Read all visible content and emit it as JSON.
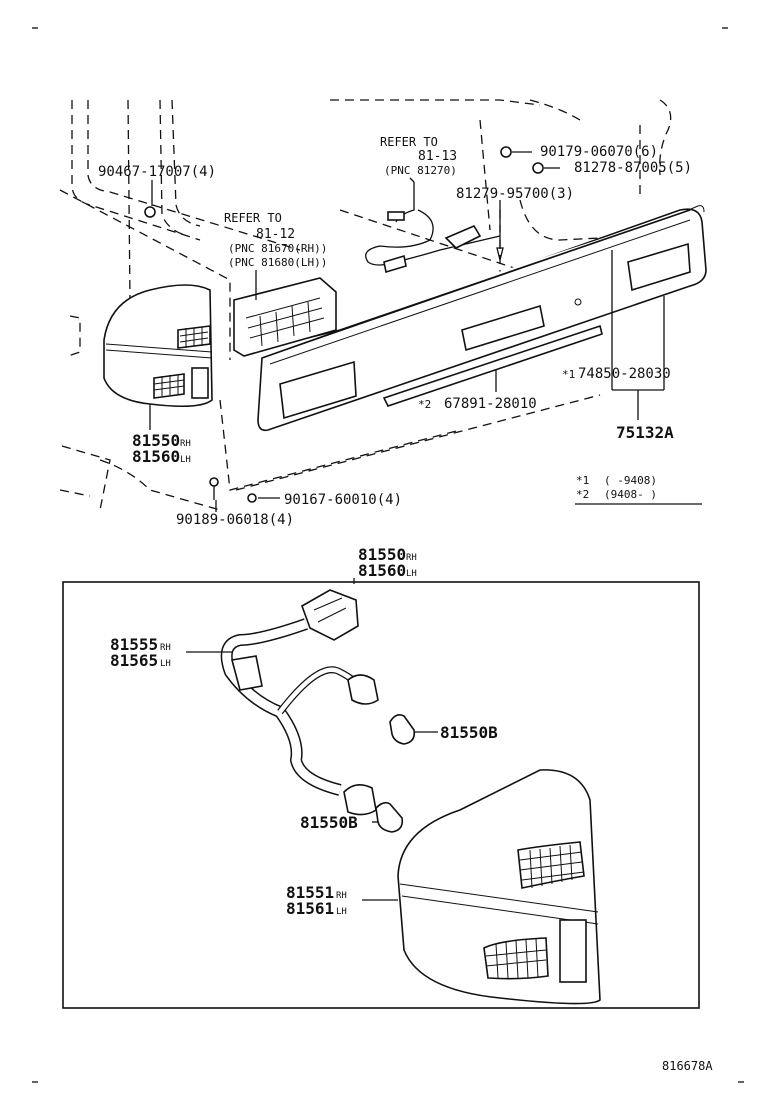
{
  "labels": {
    "p90467": "90467-17007(4)",
    "refer_81_13": "REFER TO",
    "ref_81_13_num": "81-13",
    "pnc_81270": "(PNC 81270)",
    "p90179": "90179-06070(6)",
    "p81278": "81278-87005(5)",
    "p81279": "81279-95700(3)",
    "refer_81_12": "REFER TO",
    "ref_81_12_num": "81-12",
    "pnc_81670": "(PNC 81670(RH))",
    "pnc_81680": "(PNC 81680(LH))",
    "p74850": "74850-28030",
    "star1_mark": "*1",
    "p67891": "67891-28010",
    "star2_mark": "*2",
    "p75132": "75132A",
    "p81550_top": "81550",
    "p81560_top": "81560",
    "rh_tag": "RH",
    "lh_tag": "LH",
    "p90167": "90167-60010(4)",
    "p90189": "90189-06018(4)",
    "note1_mark": "*1",
    "note1_text": "(    -9408)",
    "note2_mark": "*2",
    "note2_text": "(9408-    )",
    "box_p81550": "81550",
    "box_p81560": "81560",
    "box_rh": "RH",
    "box_lh": "LH",
    "p81555": "81555",
    "p81565": "81565",
    "sock_rh": "RH",
    "sock_lh": "LH",
    "bulb1": "81550B",
    "bulb2": "81550B",
    "p81551": "81551",
    "p81561": "81561",
    "lens_rh": "RH",
    "lens_lh": "LH",
    "figure_id": "816678A"
  }
}
